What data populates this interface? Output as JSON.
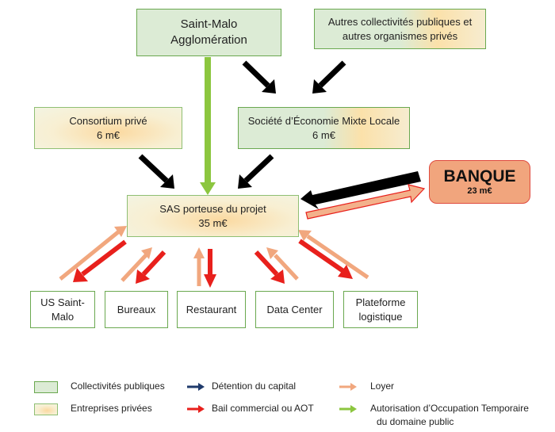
{
  "nodes": {
    "saint_malo": {
      "line1": "Saint-Malo",
      "line2": "Agglomération"
    },
    "autres": {
      "line1": "Autres collectivités publiques et",
      "line2": "autres organismes privés"
    },
    "consortium": {
      "line1": "Consortium privé",
      "line2": "6 m€"
    },
    "seml": {
      "line1": "Société d’Économie Mixte Locale",
      "line2": "6 m€"
    },
    "sas": {
      "line1": "SAS porteuse du projet",
      "line2": "35 m€"
    },
    "banque": {
      "title": "BANQUE",
      "amount": "23 m€"
    },
    "us_saint_malo": {
      "line1": "US Saint-",
      "line2": "Malo"
    },
    "bureaux": {
      "label": "Bureaux"
    },
    "restaurant": {
      "label": "Restaurant"
    },
    "data_center": {
      "label": "Data Center"
    },
    "plateforme": {
      "line1": "Plateforme",
      "line2": "logistique"
    }
  },
  "legend": {
    "collectivites": "Collectivités publiques",
    "entreprises": "Entreprises privées",
    "detention": "Détention du capital",
    "bail": "Bail commercial ou AOT",
    "loyer": "Loyer",
    "aot_line1": "Autorisation d’Occupation Temporaire",
    "aot_line2": "du domaine public"
  },
  "colors": {
    "public_fill": "#dcebd5",
    "border_green": "#6aa84f",
    "capital_arrow": "#000000",
    "legend_capital": "#1f3a6b",
    "bail_arrow": "#e8201c",
    "loyer_arrow": "#f1a77e",
    "aot_arrow": "#8cc63f",
    "bank_fill": "#f1a57d",
    "bank_border": "#e04b3f"
  }
}
